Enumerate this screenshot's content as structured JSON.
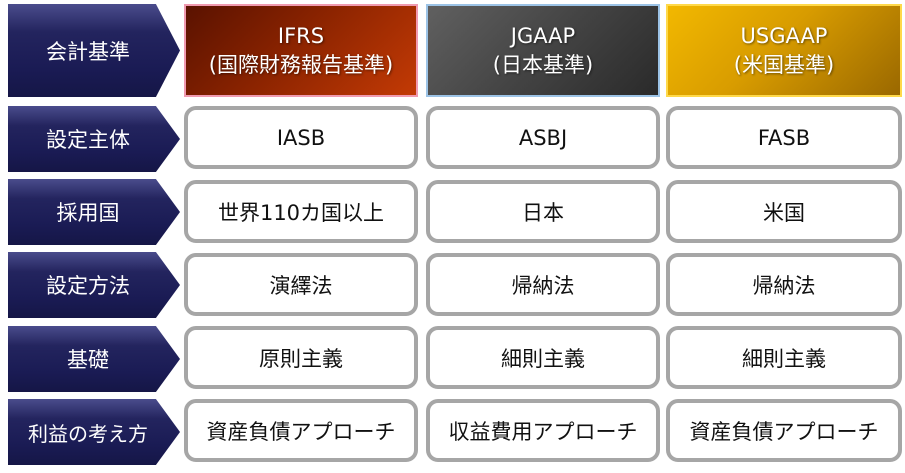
{
  "header": {
    "label": "会計基準",
    "columns": [
      {
        "title": "IFRS",
        "subtitle": "(国際財務報告基準)",
        "color": "#8a2300"
      },
      {
        "title": "JGAAP",
        "subtitle": "(日本基準)",
        "color": "#444444"
      },
      {
        "title": "USGAAP",
        "subtitle": "(米国基準)",
        "color": "#d89c00"
      }
    ]
  },
  "rows": [
    {
      "label": "設定主体",
      "values": [
        "IASB",
        "ASBJ",
        "FASB"
      ]
    },
    {
      "label": "採用国",
      "values": [
        "世界110カ国以上",
        "日本",
        "米国"
      ]
    },
    {
      "label": "設定方法",
      "values": [
        "演繹法",
        "帰納法",
        "帰納法"
      ]
    },
    {
      "label": "基礎",
      "values": [
        "原則主義",
        "細則主義",
        "細則主義"
      ]
    },
    {
      "label": "利益の考え方",
      "values": [
        "資産負債アプローチ",
        "収益費用アプローチ",
        "資産負債アプローチ"
      ]
    }
  ]
}
